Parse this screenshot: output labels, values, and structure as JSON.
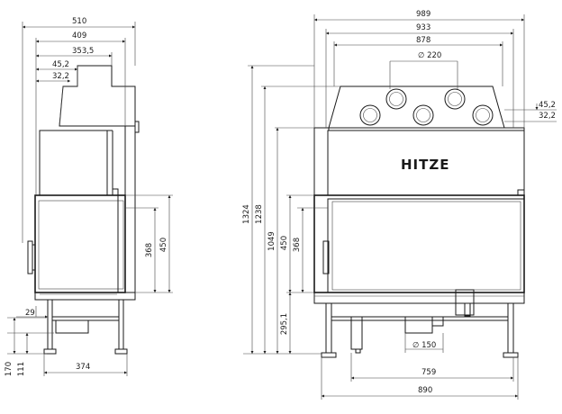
{
  "side_view": {
    "width_overall": "510",
    "width_409": "409",
    "width_353": "353,5",
    "offset_45": "45,2",
    "offset_32": "32,2",
    "height_368": "368",
    "height_450": "450",
    "leg_29": "29",
    "height_170": "170",
    "height_111": "111",
    "base_374": "374"
  },
  "front_view": {
    "width_989": "989",
    "width_933": "933",
    "width_878": "878",
    "flue_top": "∅ 220",
    "offset_45": "45,2",
    "offset_32": "32,2",
    "brand": "HITZE",
    "height_1324": "1324",
    "height_1238": "1238",
    "height_1049": "1049",
    "height_450": "450",
    "height_368": "368",
    "height_295": "295,1",
    "flue_bottom": "∅ 150",
    "base_759": "759",
    "base_890": "890"
  }
}
